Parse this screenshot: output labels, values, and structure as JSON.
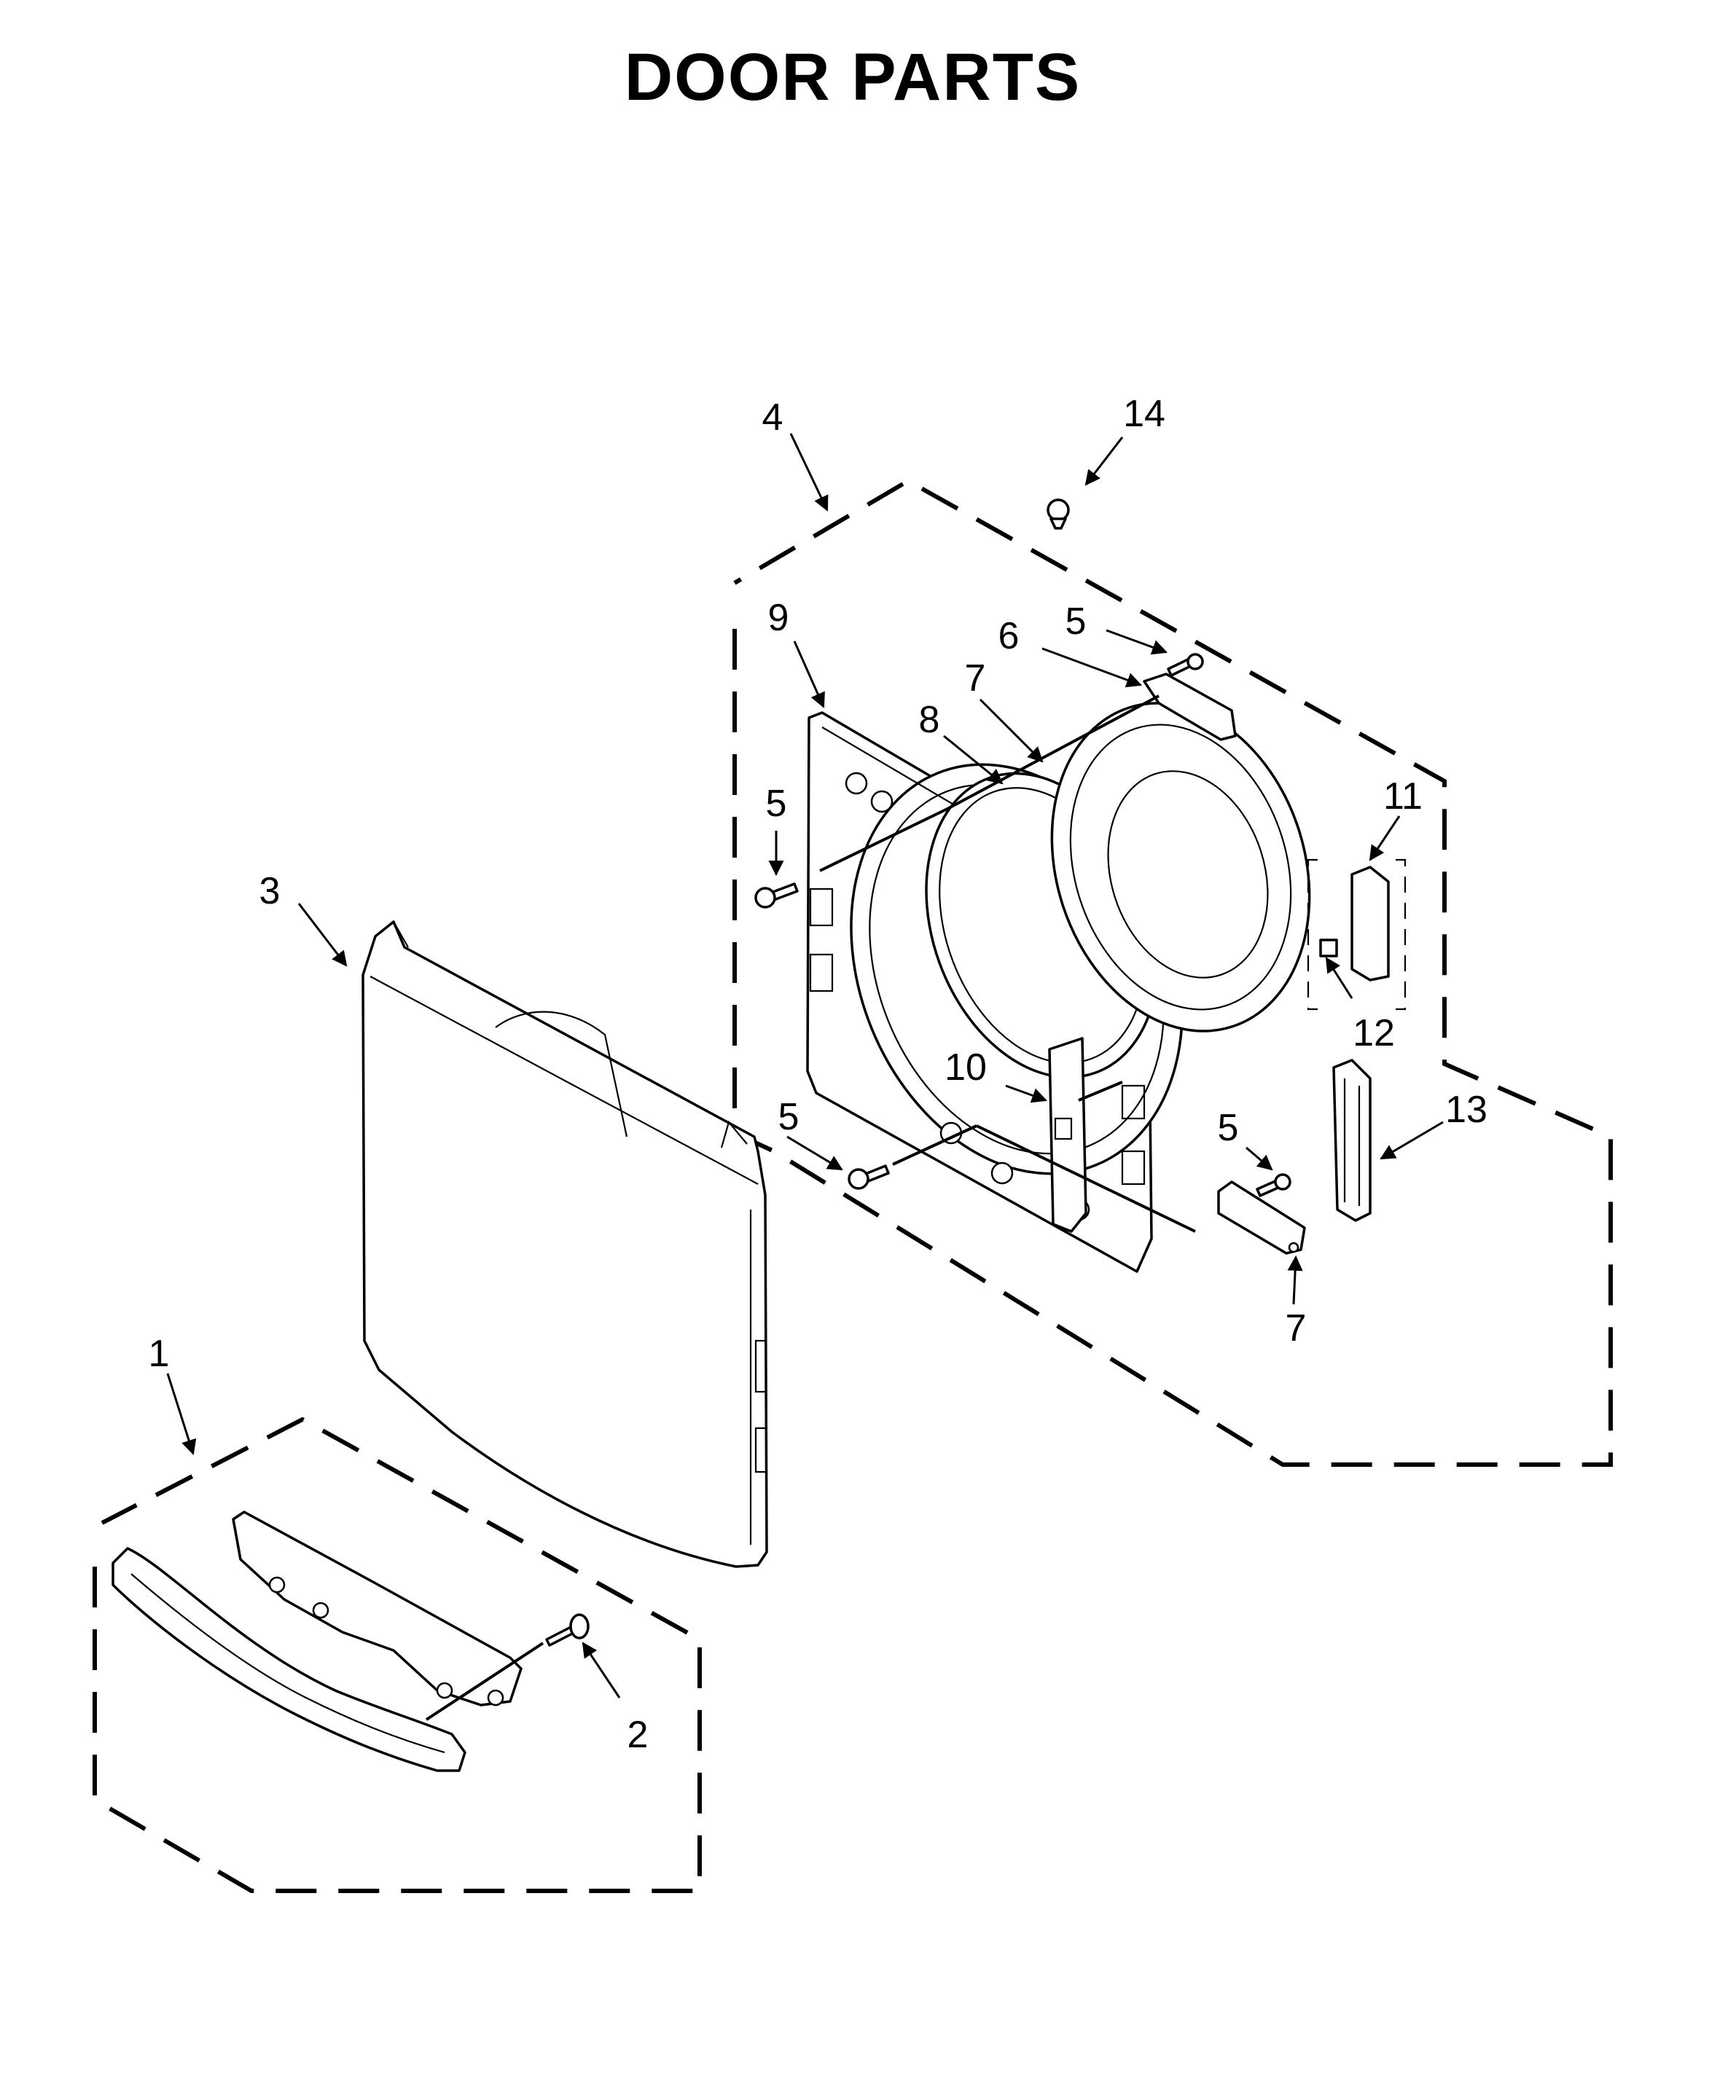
{
  "title": "DOOR PARTS",
  "callouts": [
    {
      "id": "c1",
      "text": "1"
    },
    {
      "id": "c2",
      "text": "2"
    },
    {
      "id": "c3",
      "text": "3"
    },
    {
      "id": "c4",
      "text": "4"
    },
    {
      "id": "c5a",
      "text": "5"
    },
    {
      "id": "c5b",
      "text": "5"
    },
    {
      "id": "c5c",
      "text": "5"
    },
    {
      "id": "c5d",
      "text": "5"
    },
    {
      "id": "c6",
      "text": "6"
    },
    {
      "id": "c7a",
      "text": "7"
    },
    {
      "id": "c7b",
      "text": "7"
    },
    {
      "id": "c8",
      "text": "8"
    },
    {
      "id": "c9",
      "text": "9"
    },
    {
      "id": "c10",
      "text": "10"
    },
    {
      "id": "c11",
      "text": "11"
    },
    {
      "id": "c12",
      "text": "12"
    },
    {
      "id": "c13",
      "text": "13"
    },
    {
      "id": "c14",
      "text": "14"
    }
  ]
}
